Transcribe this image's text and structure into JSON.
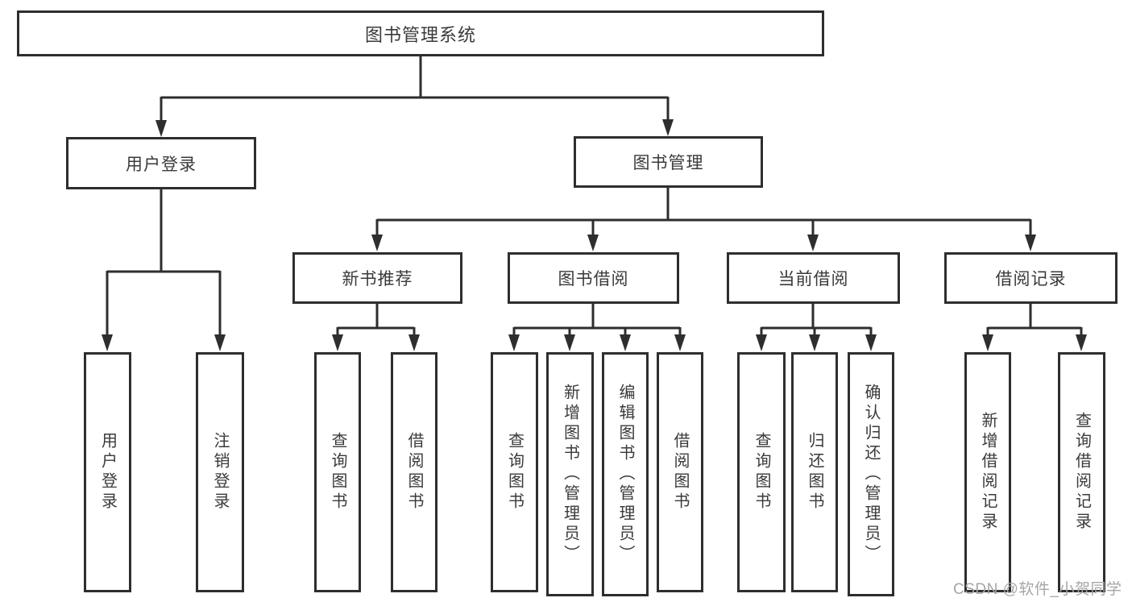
{
  "diagram_title": "图书管理系统",
  "nodes": {
    "root": "图书管理系统",
    "user_login": "用户登录",
    "book_mgmt": "图书管理",
    "new_book_rec": "新书推荐",
    "book_borrow": "图书借阅",
    "current_borrow": "当前借阅",
    "borrow_records": "借阅记录",
    "ul_login": "用户登录",
    "ul_logout": "注销登录",
    "nb_query": "查询图书",
    "nb_borrow": "借阅图书",
    "bb_query": "查询图书",
    "bb_add": "新增图书（管理员）",
    "bb_edit": "编辑图书（管理员）",
    "bb_borrow": "借阅图书",
    "cb_query": "查询图书",
    "cb_return": "归还图书",
    "cb_confirm": "确认归还（管理员）",
    "br_add": "新增借阅记录",
    "br_query": "查询借阅记录"
  },
  "watermark": "CSDN @软件_小贺同学",
  "colors": {
    "line": "#2e2e2e",
    "box_border": "#2e2e2e",
    "text": "#3a3a3a",
    "watermark": "#a6a6a6",
    "background": "#ffffff"
  }
}
